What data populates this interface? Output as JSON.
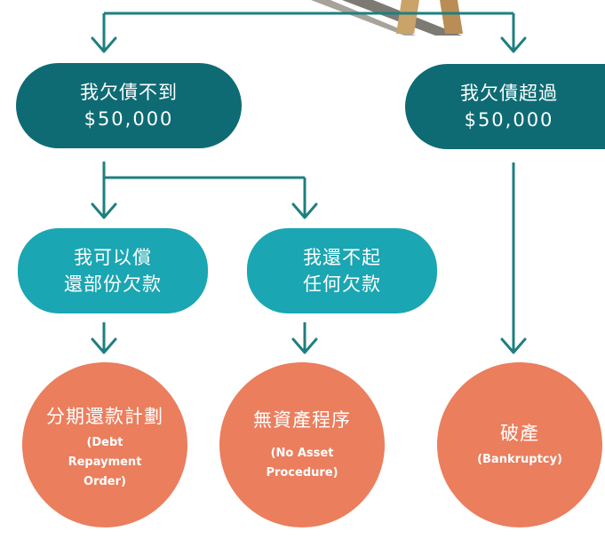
{
  "colors": {
    "line": "#1f7f80",
    "dark_node": "#0e6b74",
    "teal_node": "#1aa6b2",
    "outcome": "#eb7e5d",
    "figure_wood": "#c9a36a"
  },
  "icons": [
    "scales-figure-icon",
    "arrow-down-icon"
  ],
  "nodes": {
    "under": {
      "title": "我欠債不到",
      "amount": "$50,000"
    },
    "over": {
      "title": "我欠債超過",
      "amount": "$50,000"
    },
    "partial": {
      "line1": "我可以償",
      "line2": "還部份欠款"
    },
    "none": {
      "line1": "我還不起",
      "line2": "任何欠款"
    }
  },
  "outcomes": {
    "dro": {
      "title": "分期還款計劃",
      "en_line1": "(Debt",
      "en_line2": "Repayment",
      "en_line3": "Order)"
    },
    "nap": {
      "title": "無資產程序",
      "en_line1": "(No Asset",
      "en_line2": "Procedure)"
    },
    "bankruptcy": {
      "title": "破產",
      "en_line1": "(Bankruptcy)"
    }
  }
}
